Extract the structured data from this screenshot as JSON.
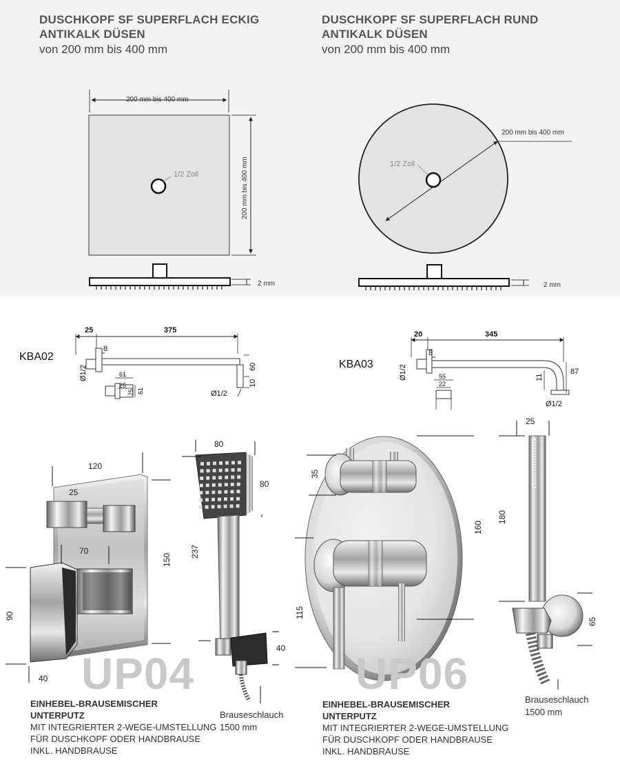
{
  "heads": {
    "square": {
      "title1": "DUSCHKOPF SF SUPERFLACH ECKIG",
      "title2": "ANTIKALK DÜSEN",
      "range": "von 200 mm bis 400 mm",
      "dim_width": "200 mm bis 400 mm",
      "dim_height": "200 mm bis 400 mm",
      "connector": "1/2 Zoll",
      "thickness": "2 mm"
    },
    "round": {
      "title1": "DUSCHKOPF SF SUPERFLACH RUND",
      "title2": "ANTIKALK DÜSEN",
      "range": "von 200 mm bis 400 mm",
      "dim_diameter": "200 mm bis 400 mm",
      "connector": "1/2 Zoll",
      "thickness": "2 mm"
    }
  },
  "arms": {
    "kba02": {
      "model": "KBA02",
      "d1": "25",
      "d2": "375",
      "d3": "8",
      "d4": "60",
      "d5": "10",
      "thread1": "Ø1/2",
      "thread2": "Ø1/2",
      "d6": "61",
      "d7": "25",
      "d8": "25",
      "d9": "61"
    },
    "kba03": {
      "model": "KBA03",
      "d1": "20",
      "d2": "345",
      "d3": "8",
      "d4": "87",
      "d5": "11",
      "thread1": "Ø1/2",
      "thread2": "Ø1/2",
      "d6": "55",
      "d7": "22"
    }
  },
  "up04": {
    "label": "UP04",
    "w_plate": "120",
    "w_knob": "25",
    "w_lever": "70",
    "h_plate": "150",
    "h_lever": "90",
    "d_lever": "40",
    "hand_w": "80",
    "hand_d": "80",
    "hand_len": "237",
    "holder": "40",
    "hose1": "Brauseschlauch",
    "hose2": "1500 mm",
    "desc1": "EINHEBEL-BRAUSEMISCHER",
    "desc2": "UNTERPUTZ",
    "desc3": "MIT INTEGRIERTER 2-WEGE-UMSTELLUNG",
    "desc4": "FÜR DUSCHKOPF ODER HANDBRAUSE",
    "desc5": "INKL. HANDBRAUSE"
  },
  "up06": {
    "label": "UP06",
    "knob_h": "35",
    "plate_d": "160",
    "lever_h": "115",
    "hand_w": "25",
    "hand_len": "180",
    "holder": "65",
    "hose1": "Brauseschlauch",
    "hose2": "1500 mm",
    "desc1": "EINHEBEL-BRAUSEMISCHER",
    "desc2": "UNTERPUTZ",
    "desc3": "MIT INTEGRIERTER 2-WEGE-UMSTELLUNG",
    "desc4": "FÜR DUSCHKOPF ODER HANDBRAUSE",
    "desc5": "INKL. HANDBRAUSE"
  }
}
